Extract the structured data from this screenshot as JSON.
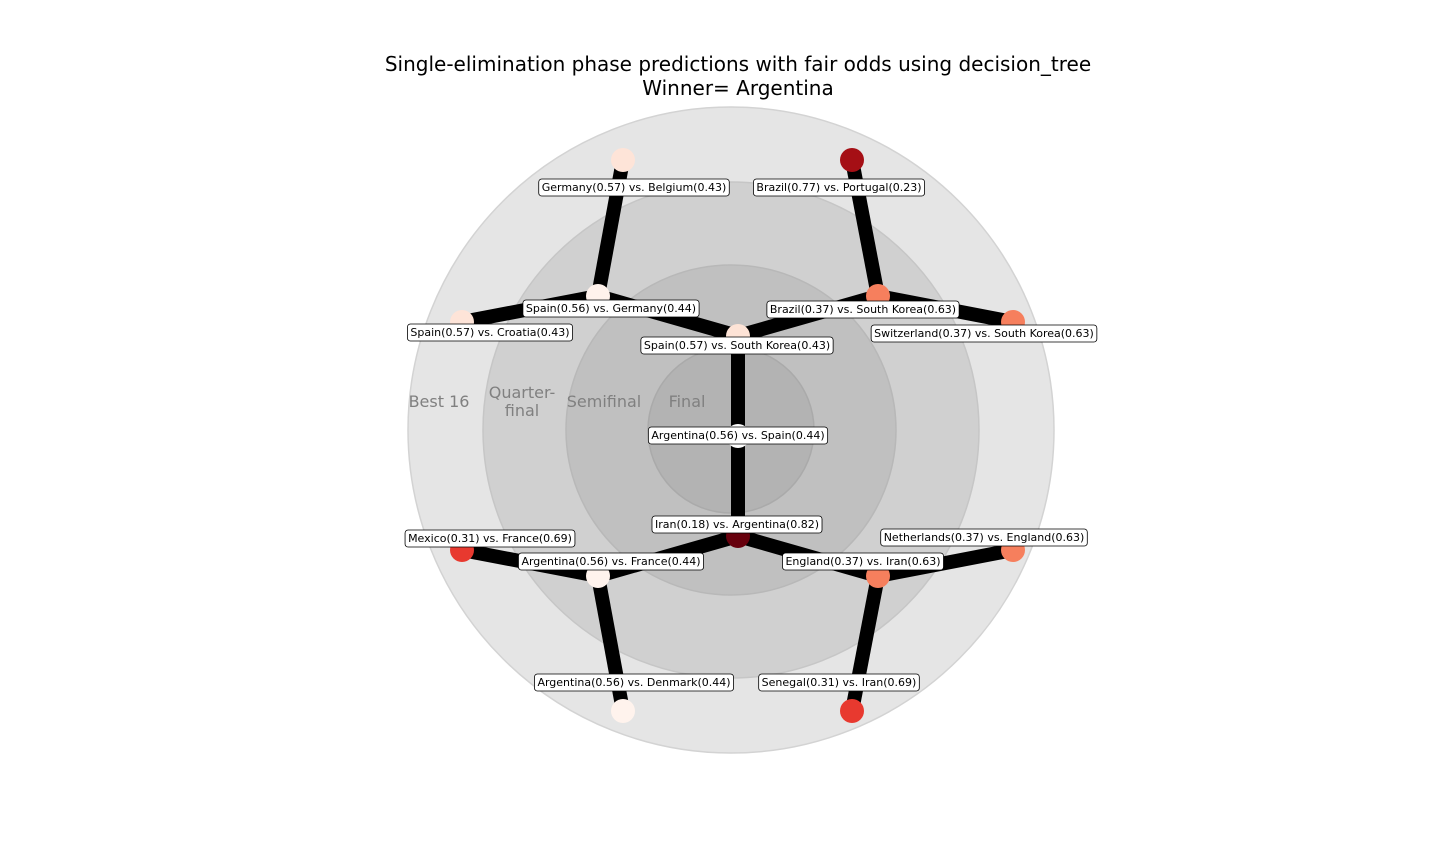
{
  "title_line1": "Single-elimination phase predictions with fair odds using decision_tree",
  "title_line2": "Winner= Argentina",
  "ring_labels": {
    "best16": "Best 16",
    "quarterfinal_line1": "Quarter-",
    "quarterfinal_line2": "final",
    "semifinal": "Semifinal",
    "final": "Final"
  },
  "matches": {
    "final": "Argentina(0.56) vs. Spain(0.44)",
    "semi_top": "Spain(0.57) vs. South Korea(0.43)",
    "semi_bottom": "Iran(0.18) vs. Argentina(0.82)",
    "qf_top_left": "Spain(0.56) vs. Germany(0.44)",
    "qf_top_right": "Brazil(0.37) vs. South Korea(0.63)",
    "qf_bottom_left": "Argentina(0.56) vs. France(0.44)",
    "qf_bottom_right": "England(0.37) vs. Iran(0.63)",
    "r16_1": "Germany(0.57) vs. Belgium(0.43)",
    "r16_2": "Brazil(0.77) vs. Portugal(0.23)",
    "r16_3": "Spain(0.57) vs. Croatia(0.43)",
    "r16_4": "Switzerland(0.37) vs. South Korea(0.63)",
    "r16_5": "Mexico(0.31) vs. France(0.69)",
    "r16_6": "Netherlands(0.37) vs. England(0.63)",
    "r16_7": "Argentina(0.56) vs. Denmark(0.44)",
    "r16_8": "Senegal(0.31) vs. Iran(0.69)"
  },
  "colors": {
    "ring_outer": "#e5e5e5",
    "ring_qf": "#d0d0d0",
    "ring_semi": "#c0c0c0",
    "ring_final": "#b3b3b3",
    "edge": "#000000",
    "node_final": "#ffffff",
    "node_semi_top": "#fde3d6",
    "node_semi_bottom": "#67000d",
    "node_qf_top_left": "#fff2ec",
    "node_qf_top_right": "#f67f5d",
    "node_qf_bottom_left": "#fff3ed",
    "node_qf_bottom_right": "#f67f5d",
    "node_r16_1": "#fee4d8",
    "node_r16_2": "#a50f15",
    "node_r16_3": "#fee4d8",
    "node_r16_4": "#f67f5d",
    "node_r16_5": "#e8392f",
    "node_r16_6": "#f67f5d",
    "node_r16_7": "#fff3ed",
    "node_r16_8": "#e8392f"
  }
}
